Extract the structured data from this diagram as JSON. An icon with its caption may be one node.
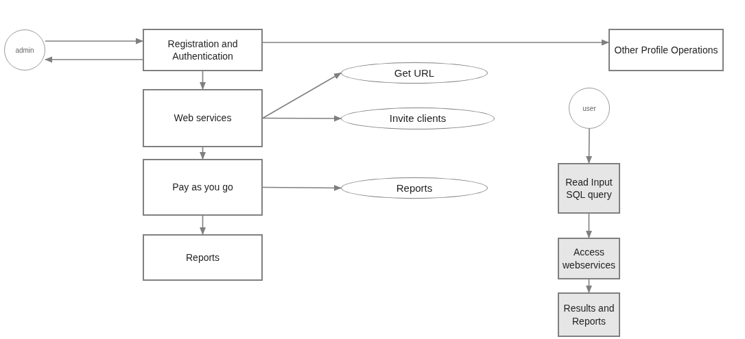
{
  "diagram": {
    "nodes": [
      {
        "text": [
          "admin"
        ]
      },
      {
        "text": [
          "Registration and Authentication"
        ]
      },
      {
        "text": [
          "Other Profile Operations"
        ]
      },
      {
        "text": [
          "Web services"
        ]
      },
      {
        "text": [
          "Get URL"
        ]
      },
      {
        "text": [
          "Invite clients"
        ]
      },
      {
        "text": [
          "user"
        ]
      },
      {
        "text": [
          "Pay as you go"
        ]
      },
      {
        "text": [
          "Reports"
        ]
      },
      {
        "text": [
          "Read Input SQL query"
        ]
      },
      {
        "text": [
          "Reports"
        ]
      },
      {
        "text": [
          "Access webservices"
        ]
      },
      {
        "text": [
          "Results and Reports"
        ]
      }
    ],
    "edges": [
      {
        "from": 0,
        "to": 1,
        "arrow": "to"
      },
      {
        "from": 1,
        "to": 0,
        "arrow": "to"
      },
      {
        "from": 1,
        "to": 2,
        "arrow": "to"
      },
      {
        "from": 1,
        "to": 3,
        "arrow": "to"
      },
      {
        "from": 3,
        "to": 4,
        "arrow": "to"
      },
      {
        "from": 3,
        "to": 5,
        "arrow": "to"
      },
      {
        "from": 3,
        "to": 7,
        "arrow": "to"
      },
      {
        "from": 7,
        "to": 8,
        "arrow": "to"
      },
      {
        "from": 7,
        "to": 10,
        "arrow": "to"
      },
      {
        "from": 6,
        "to": 9,
        "arrow": "to"
      },
      {
        "from": 9,
        "to": 11,
        "arrow": "to"
      },
      {
        "from": 11,
        "to": 12,
        "arrow": "to"
      }
    ]
  }
}
